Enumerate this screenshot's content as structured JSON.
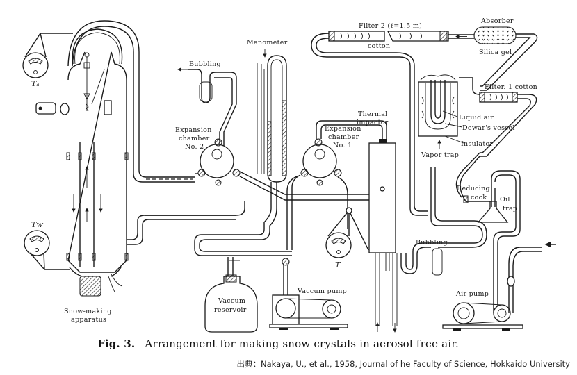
{
  "figure": {
    "number_label": "Fig. 3.",
    "title": "Arrangement for making snow crystals in aerosol free air.",
    "source": "出典：Nakaya, U., et al., 1958, Journal of he Faculty of Science, Hokkaido University"
  },
  "labels": {
    "t_a": "Tₐ",
    "t_w": "Tᴡ",
    "t": "T",
    "snow_making_line1": "Snow-making",
    "snow_making_line2": "apparatus",
    "bubbling_left": "Bubbling",
    "manometer": "Manometer",
    "expansion2_line1": "Expansion",
    "expansion2_line2": "chamber",
    "expansion2_line3": "No. 2",
    "expansion1_line1": "Expansion",
    "expansion1_line2": "chamber",
    "expansion1_line3": "No. 1",
    "thermal_impactor_line1": "Thermal",
    "thermal_impactor_line2": "impactor",
    "filter2": "Filter 2 (ℓ=1.5 m)",
    "filter2_material": "cotton",
    "absorber": "Absorber",
    "silica_gel": "Silica gel",
    "filter1": "Filter. 1 cotton",
    "liquid_air": "Liquid air",
    "dewars_vessel": "Dewar's vessel",
    "insulator": "Insulator",
    "vapor_trap": "Vapor trap",
    "reducing_cock_line1": "Reducing",
    "reducing_cock_line2": "cock",
    "oil_trap_line1": "Oil",
    "oil_trap_line2": "trap",
    "bubbling_right": "Bubbling",
    "vacuum_reservoir_line1": "Vaccum",
    "vacuum_reservoir_line2": "reservoir",
    "vacuum_pump": "Vaccum pump",
    "air_pump": "Air pump"
  },
  "colors": {
    "ink": "#1a1a1a",
    "paper": "#ffffff"
  }
}
